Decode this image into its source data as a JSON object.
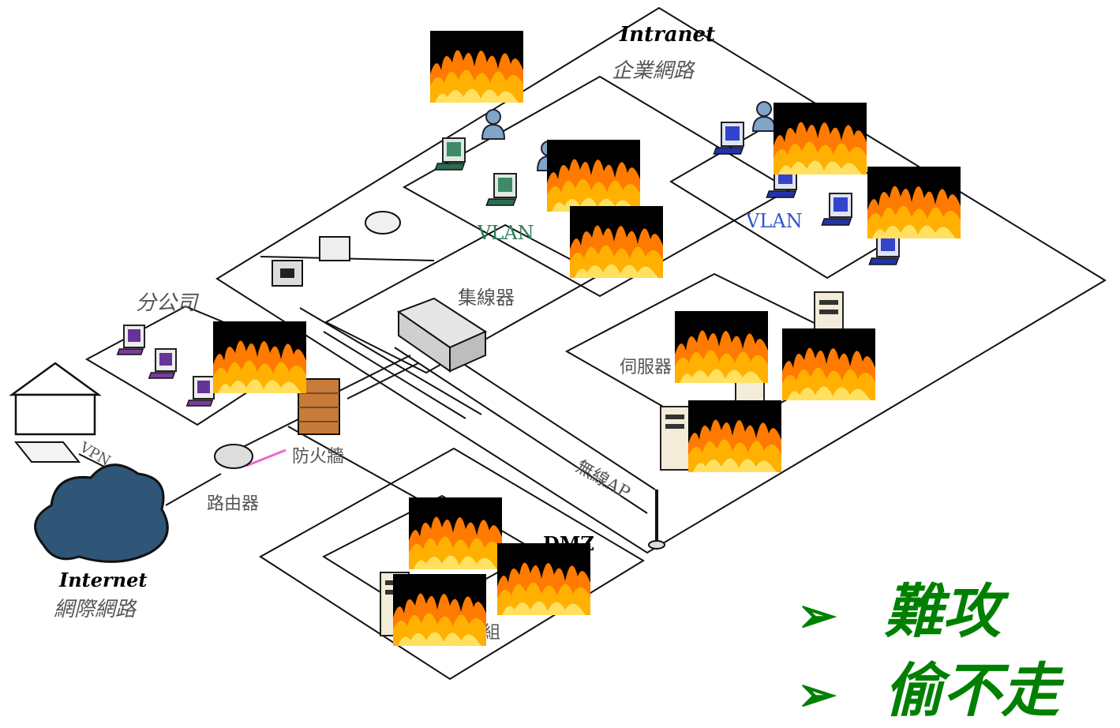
{
  "labels": {
    "intranet": "Intranet",
    "intranet_zh": "企業網路",
    "branch": "分公司",
    "vlan_left": "VLAN",
    "vlan_right": "VLAN",
    "hub": "集線器",
    "server": "伺服器",
    "wireless_ap": "無線AP",
    "firewall": "防火牆",
    "router": "路由器",
    "vpn": "VPN",
    "internet": "Internet",
    "internet_zh": "網際網路",
    "dmz": "DMZ",
    "group_tail": "組"
  },
  "bullets": [
    {
      "marker": "➢",
      "text": "難攻"
    },
    {
      "marker": "➢",
      "text": "偷不走"
    }
  ],
  "colors": {
    "bullet_text": "#008000",
    "vlan_left": "#2e7d5a",
    "vlan_right": "#3355cc",
    "fire_background": "#000000"
  },
  "icons": [
    "user-icon",
    "desktop-icon",
    "printer-icon",
    "server-icon",
    "hub-icon",
    "firewall-icon",
    "router-icon",
    "house-icon",
    "cloud-icon",
    "antenna-icon",
    "fire-icon"
  ]
}
